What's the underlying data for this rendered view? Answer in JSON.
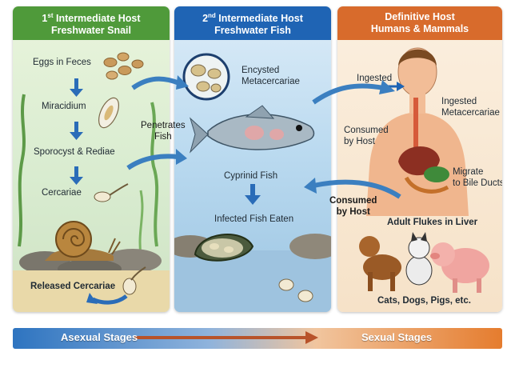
{
  "panels": {
    "first": {
      "title_prefix": "1",
      "title_sup": "st",
      "title_rest": " Intermediate Host",
      "subtitle": "Freshwater Snail",
      "steps": [
        "Eggs in Feces",
        "Miracidium",
        "Sporocyst & Rediae",
        "Cercariae"
      ],
      "released": "Released Cercariae"
    },
    "second": {
      "title_prefix": "2",
      "title_sup": "nd",
      "title_rest": " Intermediate Host",
      "subtitle": "Freshwater Fish",
      "encysted_line1": "Encysted",
      "encysted_line2": "Metacercariae",
      "fish_label": "Cyprinid Fish",
      "eaten_label": "Infected Fish Eaten"
    },
    "definitive": {
      "title": "Definitive Host",
      "subtitle": "Humans & Mammals",
      "ingested": "Ingested",
      "ingested_meta_line1": "Ingested",
      "ingested_meta_line2": "Metacercariae",
      "consumed_host_line1": "Consumed",
      "consumed_host_line2": "by Host",
      "migrate_line1": "Migrate",
      "migrate_line2": "to Bile Ducts",
      "adult_flukes": "Adult Flukes in Liver",
      "animals": "Cats, Dogs, Pigs, etc."
    }
  },
  "connectors": {
    "penetrates_line1": "Penetrates",
    "penetrates_line2": "Fish",
    "consumed_line1": "Consumed",
    "consumed_line2": "by Host"
  },
  "stages": {
    "asexual": "Asexual Stages",
    "sexual": "Sexual Stages"
  },
  "colors": {
    "green_header": "#4f9a3a",
    "blue_header": "#1f64b4",
    "orange_header": "#d86b2c",
    "arrow_blue": "#2a6cb8"
  }
}
